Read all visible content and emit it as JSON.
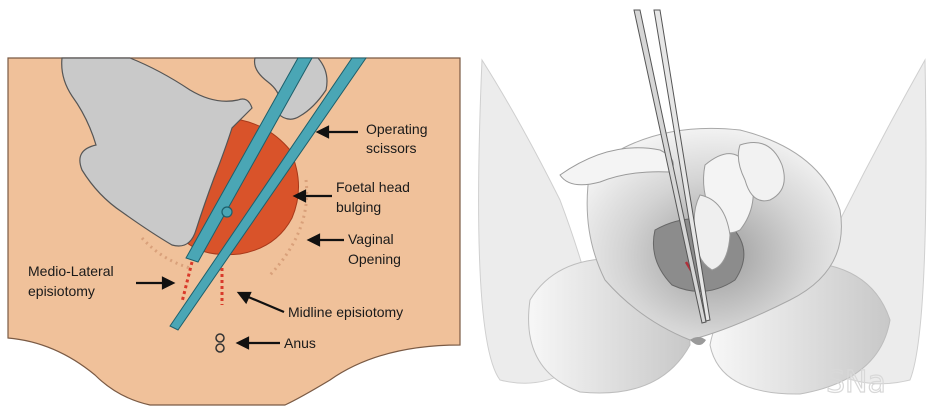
{
  "left_diagram": {
    "labels": {
      "operating_scissors": [
        "Operating",
        "scissors"
      ],
      "foetal_head": [
        "Foetal head",
        "bulging"
      ],
      "vaginal_opening": [
        "Vaginal",
        "Opening"
      ],
      "medio_lateral": [
        "Medio-Lateral",
        "episiotomy"
      ],
      "midline": "Midline episiotomy",
      "anus": "Anus"
    },
    "colors": {
      "skin": "#f0c19a",
      "foetal_head": "#d9532a",
      "scissors": "#4aa6b5",
      "glove": "#c9c9c9",
      "incision": "#d9392a",
      "opening_dots": "#d9a07a"
    }
  },
  "right_illustration": {
    "watermark": "SNa"
  }
}
